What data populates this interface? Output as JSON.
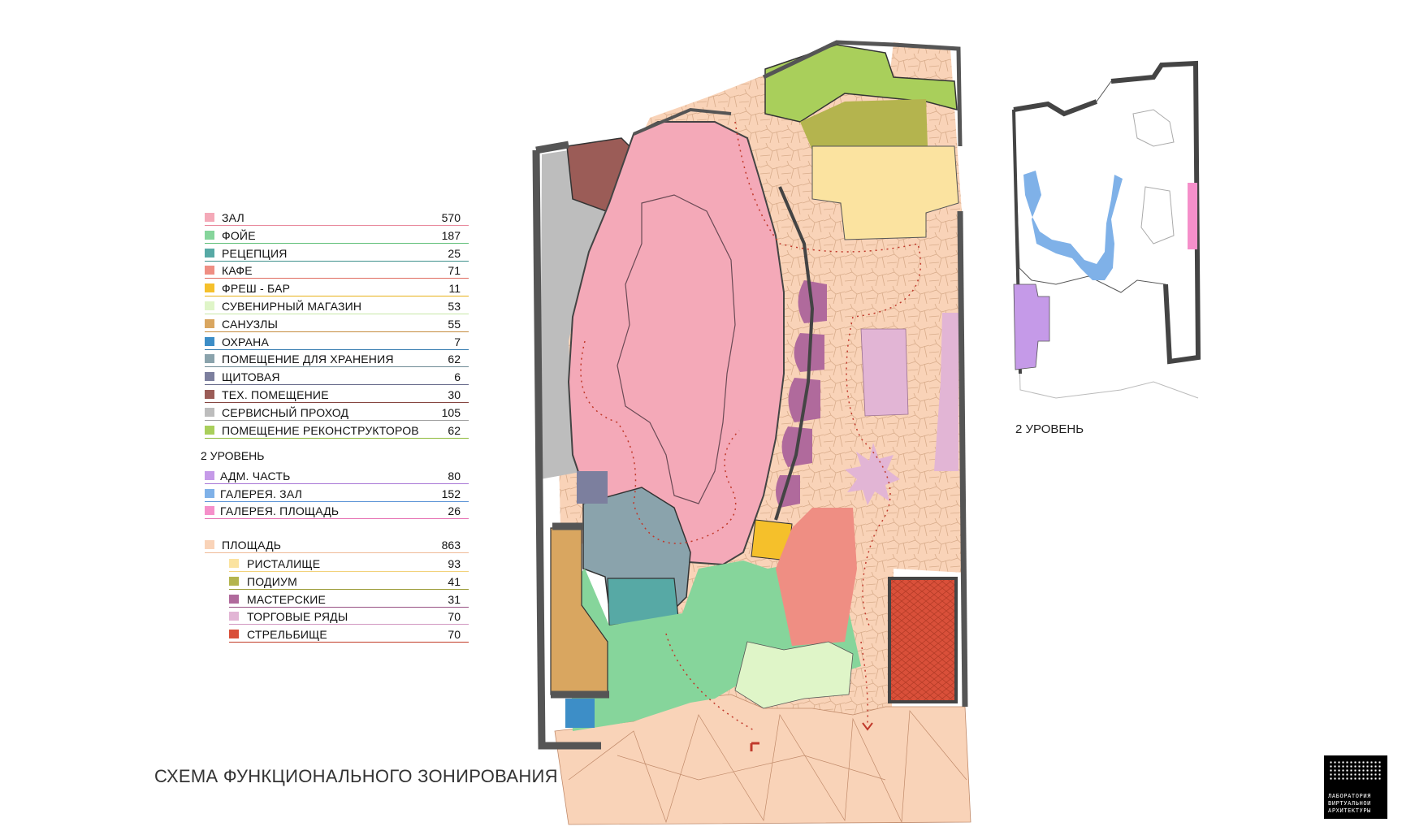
{
  "title": "СХЕМА ФУНКЦИОНАЛЬНОГО ЗОНИРОВАНИЯ",
  "level2_caption": "2 УРОВЕНЬ",
  "legend": {
    "level1": [
      {
        "label": "ЗАЛ",
        "value": "570",
        "color": "#f4a9b8",
        "line": "#e8899d"
      },
      {
        "label": "ФОЙЕ",
        "value": "187",
        "color": "#86d59b",
        "line": "#5fbf78"
      },
      {
        "label": "РЕЦЕПЦИЯ",
        "value": "25",
        "color": "#57a9a5",
        "line": "#3f918d"
      },
      {
        "label": "КАФЕ",
        "value": "71",
        "color": "#ef8e83",
        "line": "#e06c60"
      },
      {
        "label": "ФРЕШ - БАР",
        "value": "11",
        "color": "#f5c02b",
        "line": "#e8b21a"
      },
      {
        "label": "СУВЕНИРНЫЙ МАГАЗИН",
        "value": "53",
        "color": "#dff5c8",
        "line": "#c7e8a7"
      },
      {
        "label": "САНУЗЛЫ",
        "value": "55",
        "color": "#d9a660",
        "line": "#c48c3f"
      },
      {
        "label": "ОХРАНА",
        "value": "7",
        "color": "#3d8ec7",
        "line": "#2f77ad"
      },
      {
        "label": "ПОМЕЩЕНИЕ ДЛЯ ХРАНЕНИЯ",
        "value": "62",
        "color": "#8aa3ac",
        "line": "#6f8b95"
      },
      {
        "label": "ЩИТОВАЯ",
        "value": "6",
        "color": "#7c7f9e",
        "line": "#656889"
      },
      {
        "label": "ТЕХ. ПОМЕЩЕНИЕ",
        "value": "30",
        "color": "#9b5c57",
        "line": "#864641"
      },
      {
        "label": "СЕРВИСНЫЙ ПРОХОД",
        "value": "105",
        "color": "#bdbdbd",
        "line": "#9f9f9f"
      },
      {
        "label": "ПОМЕЩЕНИЕ РЕКОНСТРУКТОРОВ",
        "value": "62",
        "color": "#a9cf5b",
        "line": "#8fba3b"
      }
    ],
    "level2_heading": "2 УРОВЕНЬ",
    "level2": [
      {
        "label": "АДМ. ЧАСТЬ",
        "value": "80",
        "color": "#c59ae8",
        "line": "#a877d6"
      },
      {
        "label": "ГАЛЕРЕЯ. ЗАЛ",
        "value": "152",
        "color": "#7fb1e8",
        "line": "#5e95d6"
      },
      {
        "label": "ГАЛЕРЕЯ. ПЛОЩАДЬ",
        "value": "26",
        "color": "#f58fca",
        "line": "#e66fb2"
      }
    ],
    "square": {
      "label": "ПЛОЩАДЬ",
      "value": "863",
      "color": "#f9d3b8",
      "line": "#efbb98"
    },
    "square_sub": [
      {
        "label": "РИСТАЛИЩЕ",
        "value": "93",
        "color": "#fbe3a0",
        "line": "#f2d27a"
      },
      {
        "label": "ПОДИУМ",
        "value": "41",
        "color": "#b4b44e",
        "line": "#9a9a35"
      },
      {
        "label": "МАСТЕРСКИЕ",
        "value": "31",
        "color": "#b06a9c",
        "line": "#975283"
      },
      {
        "label": "ТОРГОВЫЕ РЯДЫ",
        "value": "70",
        "color": "#e2b5d5",
        "line": "#d197c0"
      },
      {
        "label": "СТРЕЛЬБИЩЕ",
        "value": "70",
        "color": "#d9503a",
        "line": "#c23c27"
      }
    ]
  },
  "logo": {
    "lines": [
      "ЛАБОРАТОРИЯ",
      "ВИРТУАЛЬНОЙ",
      "АРХИТЕКТУРЫ"
    ]
  }
}
